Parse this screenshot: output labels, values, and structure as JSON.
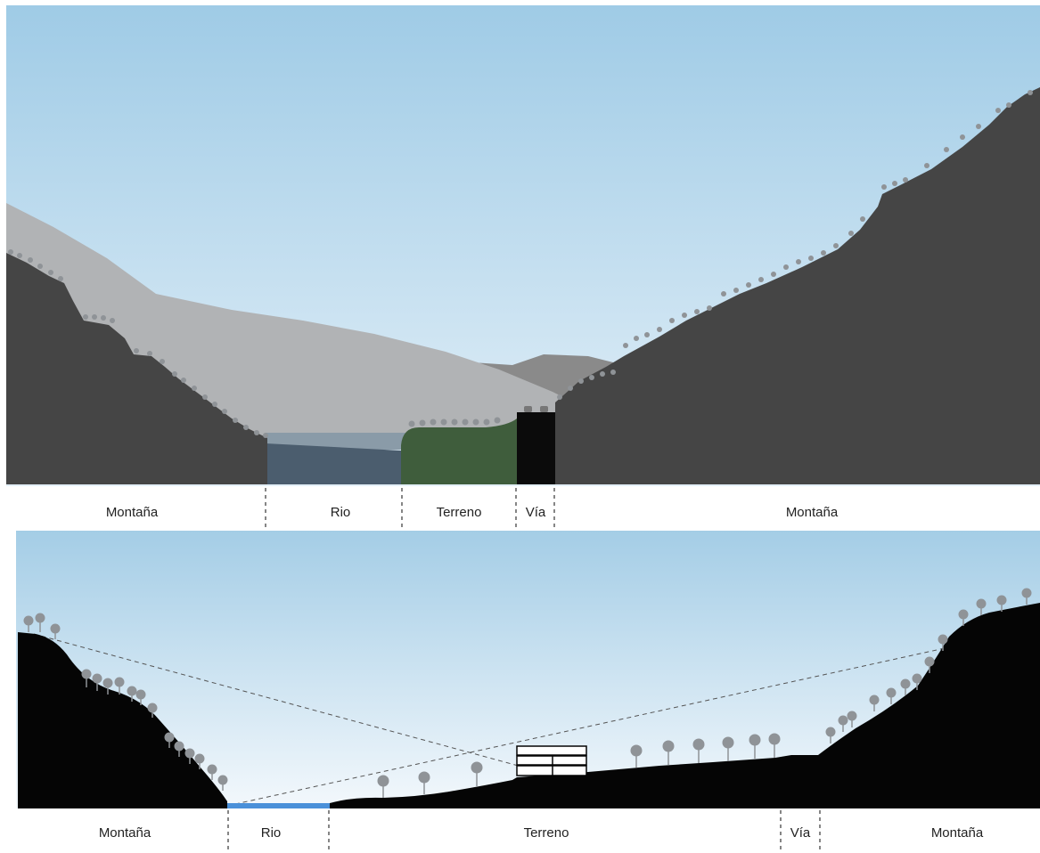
{
  "top_section": {
    "labels": {
      "montana_left": "Montaña",
      "rio": "Rio",
      "terreno": "Terreno",
      "via": "Vía",
      "montana_right": "Montaña"
    }
  },
  "bottom_section": {
    "labels": {
      "montana_left": "Montaña",
      "rio": "Rio",
      "terreno": "Terreno",
      "via": "Vía",
      "montana_right": "Montaña"
    }
  },
  "colors": {
    "sky_top": "#9fcbe6",
    "sky_bottom": "#e4f0f8",
    "mountain_dark": "#454545",
    "mountain_far": "#b1b3b5",
    "mountain_mid": "#8a8a8a",
    "river_top": "#4b5d6e",
    "terrain_green": "#3f5d3c",
    "road_black": "#0b0b0b",
    "silhouette": "#050505",
    "river_blue": "#4a90d9",
    "tree_grey": "#8f9397"
  }
}
